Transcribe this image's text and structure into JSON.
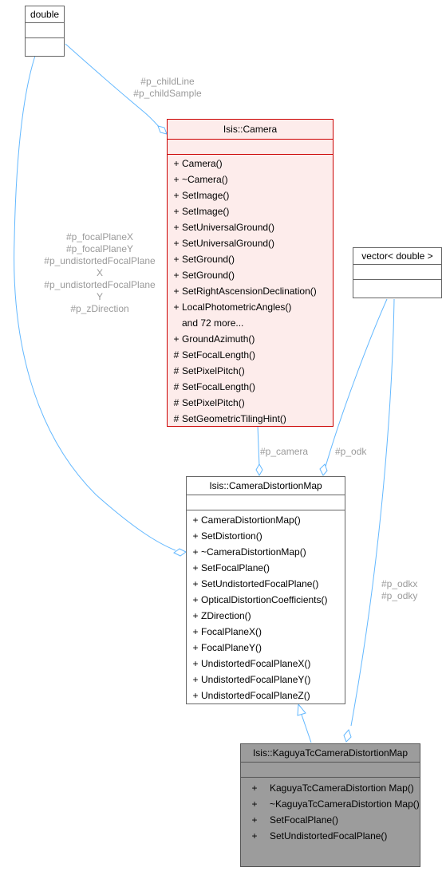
{
  "colors": {
    "edge": "#63b8ff",
    "camera_border": "#cc0000",
    "camera_fill": "#fdeceb",
    "highlight_fill": "#9c9c9c",
    "label": "#9a9a9a"
  },
  "nodes": {
    "double": {
      "title": "double"
    },
    "vector_double": {
      "title": "vector< double >"
    },
    "camera": {
      "title": "Isis::Camera",
      "methods": [
        {
          "vis": "+",
          "name": "Camera()"
        },
        {
          "vis": "+",
          "name": "~Camera()"
        },
        {
          "vis": "+",
          "name": "SetImage()"
        },
        {
          "vis": "+",
          "name": "SetImage()"
        },
        {
          "vis": "+",
          "name": "SetUniversalGround()"
        },
        {
          "vis": "+",
          "name": "SetUniversalGround()"
        },
        {
          "vis": "+",
          "name": "SetGround()"
        },
        {
          "vis": "+",
          "name": "SetGround()"
        },
        {
          "vis": "+",
          "name": "SetRightAscensionDeclination()"
        },
        {
          "vis": "+",
          "name": "LocalPhotometricAngles()"
        },
        {
          "vis": "",
          "name": "and 72 more..."
        },
        {
          "vis": "+",
          "name": "GroundAzimuth()"
        },
        {
          "vis": "#",
          "name": "SetFocalLength()"
        },
        {
          "vis": "#",
          "name": "SetPixelPitch()"
        },
        {
          "vis": "#",
          "name": "SetFocalLength()"
        },
        {
          "vis": "#",
          "name": "SetPixelPitch()"
        },
        {
          "vis": "#",
          "name": "SetGeometricTilingHint()"
        }
      ]
    },
    "camera_distortion_map": {
      "title": "Isis::CameraDistortionMap",
      "methods": [
        {
          "vis": "+",
          "name": "CameraDistortionMap()"
        },
        {
          "vis": "+",
          "name": "SetDistortion()"
        },
        {
          "vis": "+",
          "name": "~CameraDistortionMap()"
        },
        {
          "vis": "+",
          "name": "SetFocalPlane()"
        },
        {
          "vis": "+",
          "name": "SetUndistortedFocalPlane()"
        },
        {
          "vis": "+",
          "name": "OpticalDistortionCoefficients()"
        },
        {
          "vis": "+",
          "name": "ZDirection()"
        },
        {
          "vis": "+",
          "name": "FocalPlaneX()"
        },
        {
          "vis": "+",
          "name": "FocalPlaneY()"
        },
        {
          "vis": "+",
          "name": "UndistortedFocalPlaneX()"
        },
        {
          "vis": "+",
          "name": "UndistortedFocalPlaneY()"
        },
        {
          "vis": "+",
          "name": "UndistortedFocalPlaneZ()"
        }
      ]
    },
    "kaguya": {
      "title": "Isis::KaguyaTcCameraDistortionMap",
      "methods": [
        {
          "vis": "+",
          "name": "KaguyaTcCameraDistortion Map()"
        },
        {
          "vis": "+",
          "name": "~KaguyaTcCameraDistortion Map()"
        },
        {
          "vis": "+",
          "name": "SetFocalPlane()"
        },
        {
          "vis": "+",
          "name": "SetUndistortedFocalPlane()"
        }
      ]
    }
  },
  "edge_labels": {
    "child": [
      "#p_childLine",
      "#p_childSample"
    ],
    "focal": [
      "#p_focalPlaneX",
      "#p_focalPlaneY",
      "#p_undistortedFocalPlane",
      "X",
      "#p_undistortedFocalPlane",
      "Y",
      "#p_zDirection"
    ],
    "camera": [
      "#p_camera"
    ],
    "odk": [
      "#p_odk"
    ],
    "odkxy": [
      "#p_odkx",
      "#p_odky"
    ]
  }
}
